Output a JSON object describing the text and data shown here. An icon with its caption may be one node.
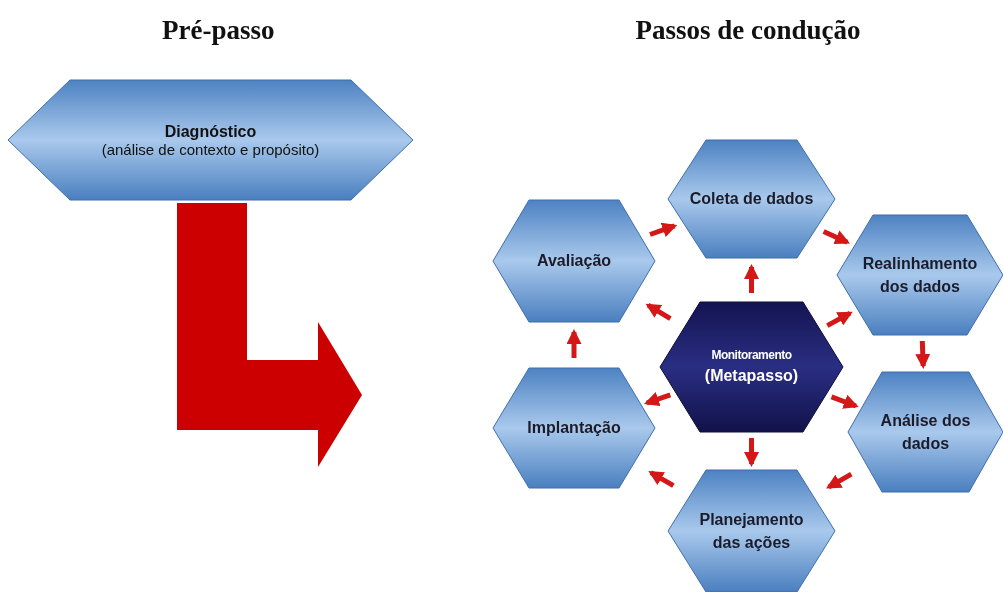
{
  "diagram": {
    "nodes": [
      {
        "text": [
          "Diagnóstico",
          "(análise de contexto e propósito)"
        ]
      },
      {
        "text": [
          "Monitoramento",
          "(Metapasso)"
        ]
      },
      {
        "text": [
          "Coleta de dados"
        ]
      },
      {
        "text": [
          "Realinhamento dos dados"
        ]
      },
      {
        "text": [
          "Análise dos dados"
        ]
      },
      {
        "text": [
          "Planejamento das ações"
        ]
      },
      {
        "text": [
          "Implantação"
        ]
      },
      {
        "text": [
          "Avaliação"
        ]
      }
    ],
    "edges": [
      {
        "from": 0,
        "to": null,
        "arrow": "to",
        "style": "thick"
      },
      {
        "from": 2,
        "to": 3,
        "arrow": "to"
      },
      {
        "from": 3,
        "to": 4,
        "arrow": "to"
      },
      {
        "from": 4,
        "to": 5,
        "arrow": "to"
      },
      {
        "from": 5,
        "to": 6,
        "arrow": "to"
      },
      {
        "from": 6,
        "to": 7,
        "arrow": "to"
      },
      {
        "from": 7,
        "to": 2,
        "arrow": "to"
      },
      {
        "from": 1,
        "to": 2,
        "arrow": "to"
      },
      {
        "from": 1,
        "to": 3,
        "arrow": "to"
      },
      {
        "from": 1,
        "to": 4,
        "arrow": "to"
      },
      {
        "from": 1,
        "to": 5,
        "arrow": "to"
      },
      {
        "from": 1,
        "to": 6,
        "arrow": "to"
      },
      {
        "from": 1,
        "to": 7,
        "arrow": "to"
      }
    ],
    "labels": [
      "Pré-passo",
      "Passos de condução"
    ]
  }
}
